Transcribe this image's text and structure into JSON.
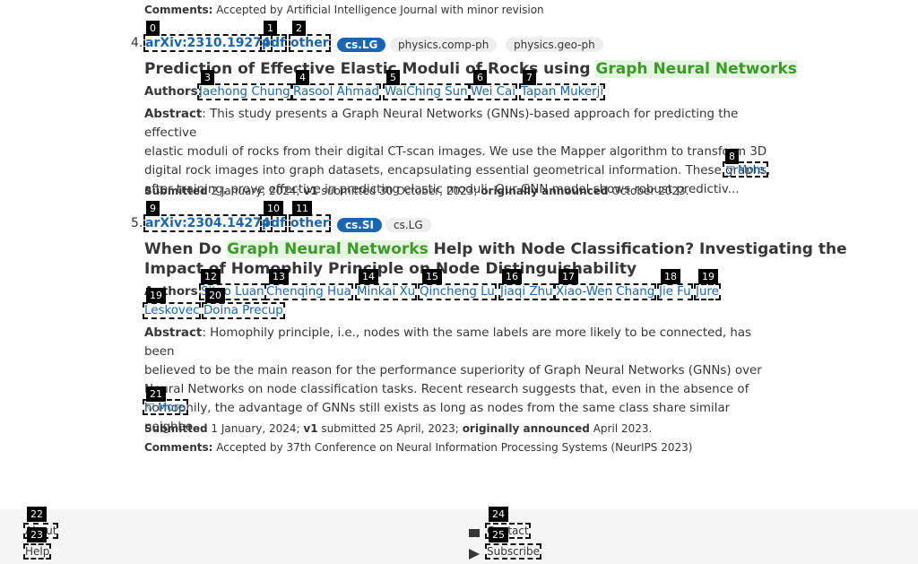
{
  "comments_top": {
    "label": "Comments:",
    "text": "Accepted by Artificial Intelligence Journal with minor revision"
  },
  "results": [
    {
      "index": "4.",
      "arxiv": "arXiv:2310.19274",
      "pdf": "pdf",
      "other": "other",
      "tags": [
        "cs.LG",
        "physics.comp-ph",
        "physics.geo-ph"
      ],
      "title_before": "Prediction of Effective Elastic Moduli of Rocks using ",
      "title_hl": [
        "Graph",
        "Neural",
        "Networks"
      ],
      "authors_label": "Authors:",
      "authors": [
        "Jaehong Chung",
        "Rasool Ahmad",
        "WaiChing Sun",
        "Wei Cai",
        "Tapan Mukerji"
      ],
      "abstract_label": "Abstract",
      "abstract_lines": [
        ": This study presents a Graph Neural Networks (GNNs)-based approach for predicting the effective",
        "elastic moduli of rocks from their digital CT-scan images. We use the Mapper algorithm to transform 3D",
        "digital rock images into graph datasets, encapsulating essential geometrical information. These graphs,",
        "after training, prove effective in predicting elastic moduli. Our GNN model shows robust predictiv..."
      ],
      "more": "▽ More",
      "submitted_label": "Submitted",
      "submitted_date": "2 January, 2024;",
      "v1_label": "v1",
      "v1_text": "submitted 30 October, 2023;",
      "announced_label": "originally announced",
      "announced": "October 2023."
    },
    {
      "index": "5.",
      "arxiv": "arXiv:2304.14274",
      "pdf": "pdf",
      "other": "other",
      "tags": [
        "cs.SI",
        "cs.LG"
      ],
      "title_before": "When Do ",
      "title_hl": [
        "Graph",
        "Neural",
        "Networks"
      ],
      "title_after": " Help with Node Classification? Investigating the",
      "title_line2": "Impact of Homophily Principle on Node Distinguishability",
      "authors_label": "Authors:",
      "authors": [
        "Sitao Luan",
        "Chenqing Hua",
        "Minkai Xu",
        "Qincheng Lu",
        "Jiaqi Zhu",
        "Xiao-Wen Chang",
        "Jie Fu",
        "Jure",
        "Leskovec",
        "Doina Precup"
      ],
      "abstract_label": "Abstract",
      "abstract_lines": [
        ": Homophily principle, i.e., nodes with the same labels are more likely to be connected, has been",
        "believed to be the main reason for the performance superiority of Graph Neural Networks (GNNs) over",
        "Neural Networks on node classification tasks. Recent research suggests that, even in the absence of",
        "homophily, the advantage of GNNs still exists as long as nodes from the same class share similar neighbo..."
      ],
      "more": "▽ More",
      "submitted_label": "Submitted",
      "submitted_date": "1 January, 2024;",
      "v1_label": "v1",
      "v1_text": "submitted 25 April, 2023;",
      "announced_label": "originally announced",
      "announced": "April 2023.",
      "comments_label": "Comments:",
      "comments": "Accepted by 37th Conference on Neural Information Processing Systems (NeurIPS 2023)"
    }
  ],
  "footer": {
    "about": "About",
    "help": "Help",
    "contact": "Contact",
    "subscribe": "Subscribe"
  },
  "badges": [
    "0",
    "1",
    "2",
    "3",
    "4",
    "5",
    "6",
    "7",
    "8",
    "9",
    "10",
    "11",
    "12",
    "13",
    "14",
    "15",
    "16",
    "17",
    "18",
    "19",
    "19",
    "20",
    "21",
    "22",
    "23",
    "24",
    "25"
  ]
}
